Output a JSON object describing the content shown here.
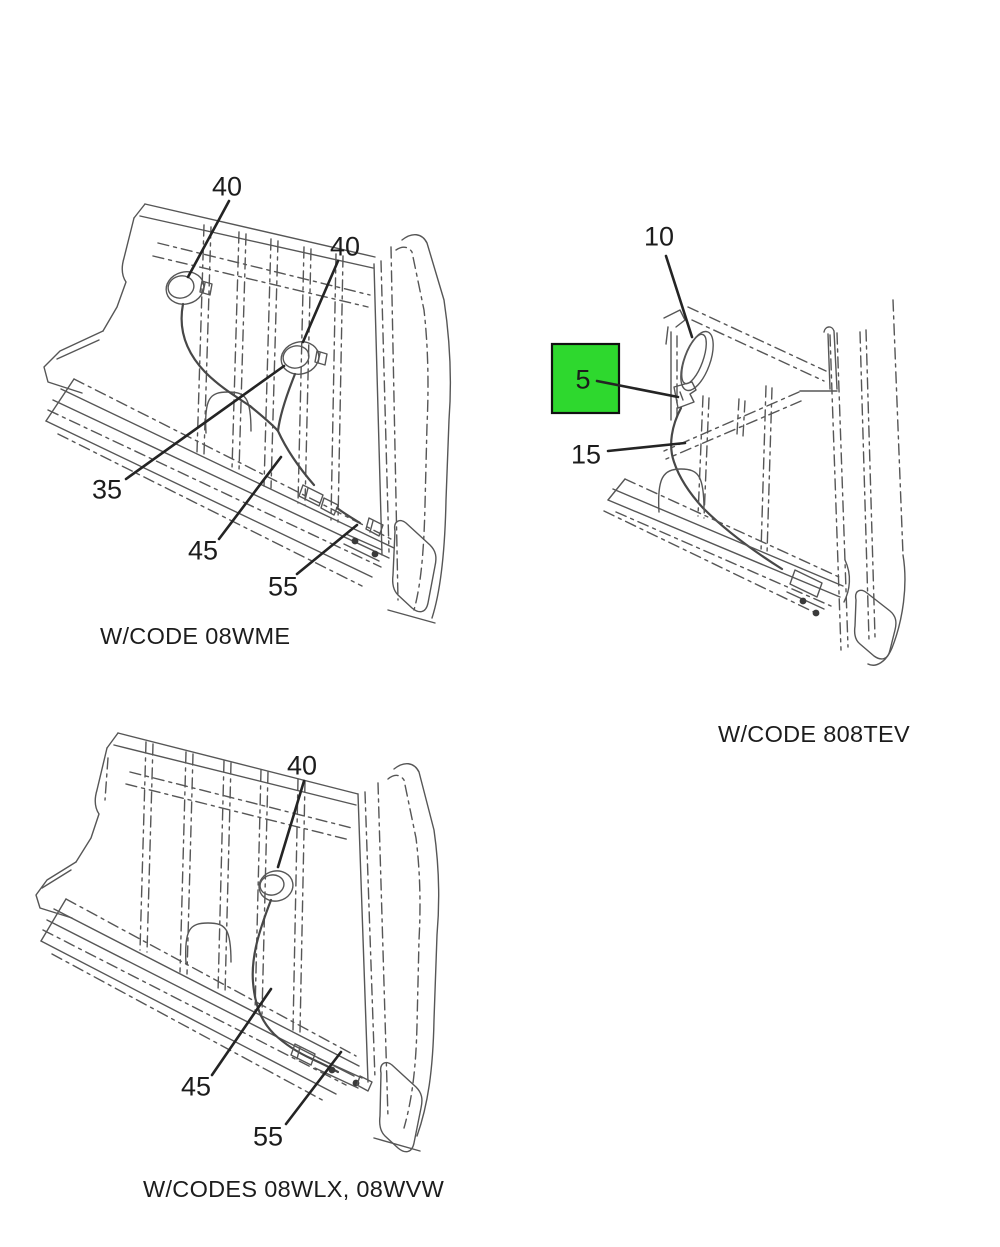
{
  "style": {
    "page_background": "#ffffff",
    "line_color": "#565656",
    "leader_color": "#242424",
    "text_color": "#1c1c1c",
    "highlight_fill": "#2ed82e",
    "highlight_border": "#111111"
  },
  "diagrams": [
    {
      "name": "cab-back-panel-code-08wme",
      "caption": "W/CODE 08WME",
      "callouts": [
        {
          "label": "40"
        },
        {
          "label": "40"
        },
        {
          "label": "35"
        },
        {
          "label": "45"
        },
        {
          "label": "55"
        }
      ]
    },
    {
      "name": "cab-back-panel-code-808tev",
      "caption": "W/CODE 808TEV",
      "callouts": [
        {
          "label": "10"
        },
        {
          "label": "5",
          "highlighted": true
        },
        {
          "label": "15"
        }
      ]
    },
    {
      "name": "cab-back-panel-codes-08wlx-08wvw",
      "caption": "W/CODES 08WLX, 08WVW",
      "callouts": [
        {
          "label": "40"
        },
        {
          "label": "45"
        },
        {
          "label": "55"
        }
      ]
    }
  ]
}
